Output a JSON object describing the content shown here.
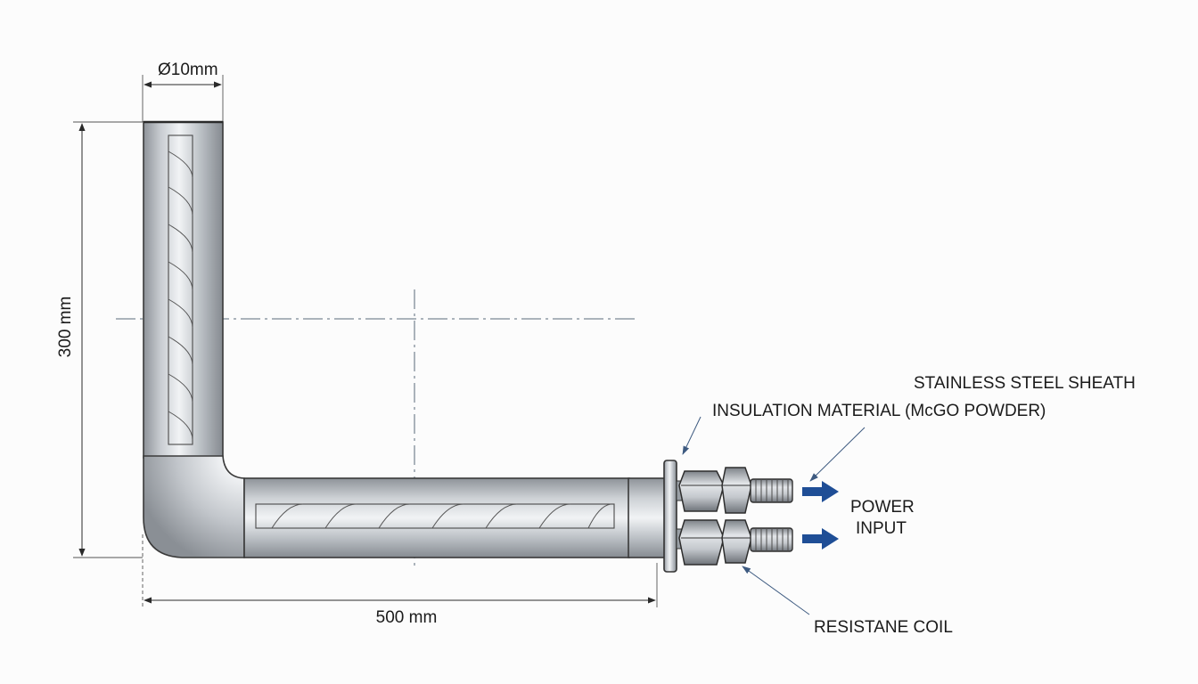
{
  "dimensions": {
    "diameter": "Ø10mm",
    "height": "300 mm",
    "length": "500 mm"
  },
  "callouts": {
    "sheath": "STAINLESS STEEL SHEATH",
    "insulation": "INSULATION MATERIAL (McGO POWDER)",
    "power_line1": "POWER",
    "power_line2": "INPUT",
    "coil": "RESISTANE COIL"
  },
  "colors": {
    "line": "#3a3a3a",
    "centerline": "#5a6a7a",
    "arrow": "#1f4e96",
    "metal_dark": "#8e9399",
    "metal_light": "#e9ebee"
  }
}
